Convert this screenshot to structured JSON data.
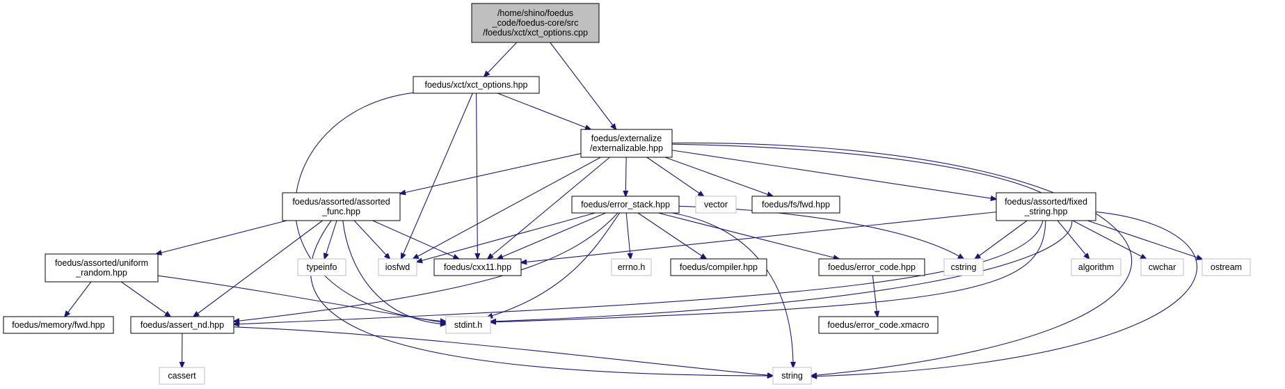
{
  "nodes": [
    {
      "id": "xct_options_cpp",
      "kind": "root",
      "lines": [
        "/home/shino/foedus",
        "_code/foedus-core/src",
        "/foedus/xct/xct_options.cpp"
      ]
    },
    {
      "id": "xct_options_hpp",
      "kind": "local",
      "lines": [
        "foedus/xct/xct_options.hpp"
      ]
    },
    {
      "id": "externalizable_hpp",
      "kind": "local",
      "lines": [
        "foedus/externalize",
        "/externalizable.hpp"
      ]
    },
    {
      "id": "assorted_func_hpp",
      "kind": "local",
      "lines": [
        "foedus/assorted/assorted",
        "_func.hpp"
      ]
    },
    {
      "id": "error_stack_hpp",
      "kind": "local",
      "lines": [
        "foedus/error_stack.hpp"
      ]
    },
    {
      "id": "vector",
      "kind": "system",
      "lines": [
        "vector"
      ]
    },
    {
      "id": "fs_fwd_hpp",
      "kind": "local",
      "lines": [
        "foedus/fs/fwd.hpp"
      ]
    },
    {
      "id": "fixed_string_hpp",
      "kind": "local",
      "lines": [
        "foedus/assorted/fixed",
        "_string.hpp"
      ]
    },
    {
      "id": "uniform_random_hpp",
      "kind": "local",
      "lines": [
        "foedus/assorted/uniform",
        "_random.hpp"
      ]
    },
    {
      "id": "typeinfo",
      "kind": "system",
      "lines": [
        "typeinfo"
      ]
    },
    {
      "id": "iosfwd",
      "kind": "system",
      "lines": [
        "iosfwd"
      ]
    },
    {
      "id": "cxx11_hpp",
      "kind": "local",
      "lines": [
        "foedus/cxx11.hpp"
      ]
    },
    {
      "id": "errno_h",
      "kind": "system",
      "lines": [
        "errno.h"
      ]
    },
    {
      "id": "compiler_hpp",
      "kind": "local",
      "lines": [
        "foedus/compiler.hpp"
      ]
    },
    {
      "id": "error_code_hpp",
      "kind": "local",
      "lines": [
        "foedus/error_code.hpp"
      ]
    },
    {
      "id": "cstring",
      "kind": "system",
      "lines": [
        "cstring"
      ]
    },
    {
      "id": "algorithm",
      "kind": "system",
      "lines": [
        "algorithm"
      ]
    },
    {
      "id": "cwchar",
      "kind": "system",
      "lines": [
        "cwchar"
      ]
    },
    {
      "id": "ostream",
      "kind": "system",
      "lines": [
        "ostream"
      ]
    },
    {
      "id": "memory_fwd_hpp",
      "kind": "local",
      "lines": [
        "foedus/memory/fwd.hpp"
      ]
    },
    {
      "id": "assert_nd_hpp",
      "kind": "local",
      "lines": [
        "foedus/assert_nd.hpp"
      ]
    },
    {
      "id": "stdint_h",
      "kind": "system",
      "lines": [
        "stdint.h"
      ]
    },
    {
      "id": "error_code_xmacro",
      "kind": "local",
      "lines": [
        "foedus/error_code.xmacro"
      ]
    },
    {
      "id": "cassert",
      "kind": "system",
      "lines": [
        "cassert"
      ]
    },
    {
      "id": "string",
      "kind": "system",
      "lines": [
        "string"
      ]
    }
  ],
  "edges": [
    [
      "xct_options_cpp",
      "xct_options_hpp"
    ],
    [
      "xct_options_cpp",
      "externalizable_hpp"
    ],
    [
      "xct_options_hpp",
      "externalizable_hpp"
    ],
    [
      "xct_options_hpp",
      "iosfwd"
    ],
    [
      "xct_options_hpp",
      "cxx11_hpp"
    ],
    [
      "xct_options_hpp",
      "stdint_h"
    ],
    [
      "externalizable_hpp",
      "assorted_func_hpp"
    ],
    [
      "externalizable_hpp",
      "iosfwd"
    ],
    [
      "externalizable_hpp",
      "cxx11_hpp"
    ],
    [
      "externalizable_hpp",
      "error_stack_hpp"
    ],
    [
      "externalizable_hpp",
      "vector"
    ],
    [
      "externalizable_hpp",
      "fs_fwd_hpp"
    ],
    [
      "externalizable_hpp",
      "fixed_string_hpp"
    ],
    [
      "externalizable_hpp",
      "stdint_h"
    ],
    [
      "externalizable_hpp",
      "string"
    ],
    [
      "assorted_func_hpp",
      "uniform_random_hpp"
    ],
    [
      "assorted_func_hpp",
      "assert_nd_hpp"
    ],
    [
      "assorted_func_hpp",
      "typeinfo"
    ],
    [
      "assorted_func_hpp",
      "iosfwd"
    ],
    [
      "assorted_func_hpp",
      "cxx11_hpp"
    ],
    [
      "assorted_func_hpp",
      "stdint_h"
    ],
    [
      "assorted_func_hpp",
      "string"
    ],
    [
      "error_stack_hpp",
      "iosfwd"
    ],
    [
      "error_stack_hpp",
      "cxx11_hpp"
    ],
    [
      "error_stack_hpp",
      "errno_h"
    ],
    [
      "error_stack_hpp",
      "compiler_hpp"
    ],
    [
      "error_stack_hpp",
      "error_code_hpp"
    ],
    [
      "error_stack_hpp",
      "cstring"
    ],
    [
      "error_stack_hpp",
      "assert_nd_hpp"
    ],
    [
      "error_stack_hpp",
      "stdint_h"
    ],
    [
      "error_stack_hpp",
      "string"
    ],
    [
      "fixed_string_hpp",
      "cxx11_hpp"
    ],
    [
      "fixed_string_hpp",
      "cstring"
    ],
    [
      "fixed_string_hpp",
      "algorithm"
    ],
    [
      "fixed_string_hpp",
      "cwchar"
    ],
    [
      "fixed_string_hpp",
      "ostream"
    ],
    [
      "fixed_string_hpp",
      "assert_nd_hpp"
    ],
    [
      "fixed_string_hpp",
      "stdint_h"
    ],
    [
      "fixed_string_hpp",
      "string"
    ],
    [
      "uniform_random_hpp",
      "memory_fwd_hpp"
    ],
    [
      "uniform_random_hpp",
      "assert_nd_hpp"
    ],
    [
      "uniform_random_hpp",
      "stdint_h"
    ],
    [
      "assert_nd_hpp",
      "cassert"
    ],
    [
      "assert_nd_hpp",
      "string"
    ],
    [
      "error_code_hpp",
      "error_code_xmacro"
    ]
  ]
}
